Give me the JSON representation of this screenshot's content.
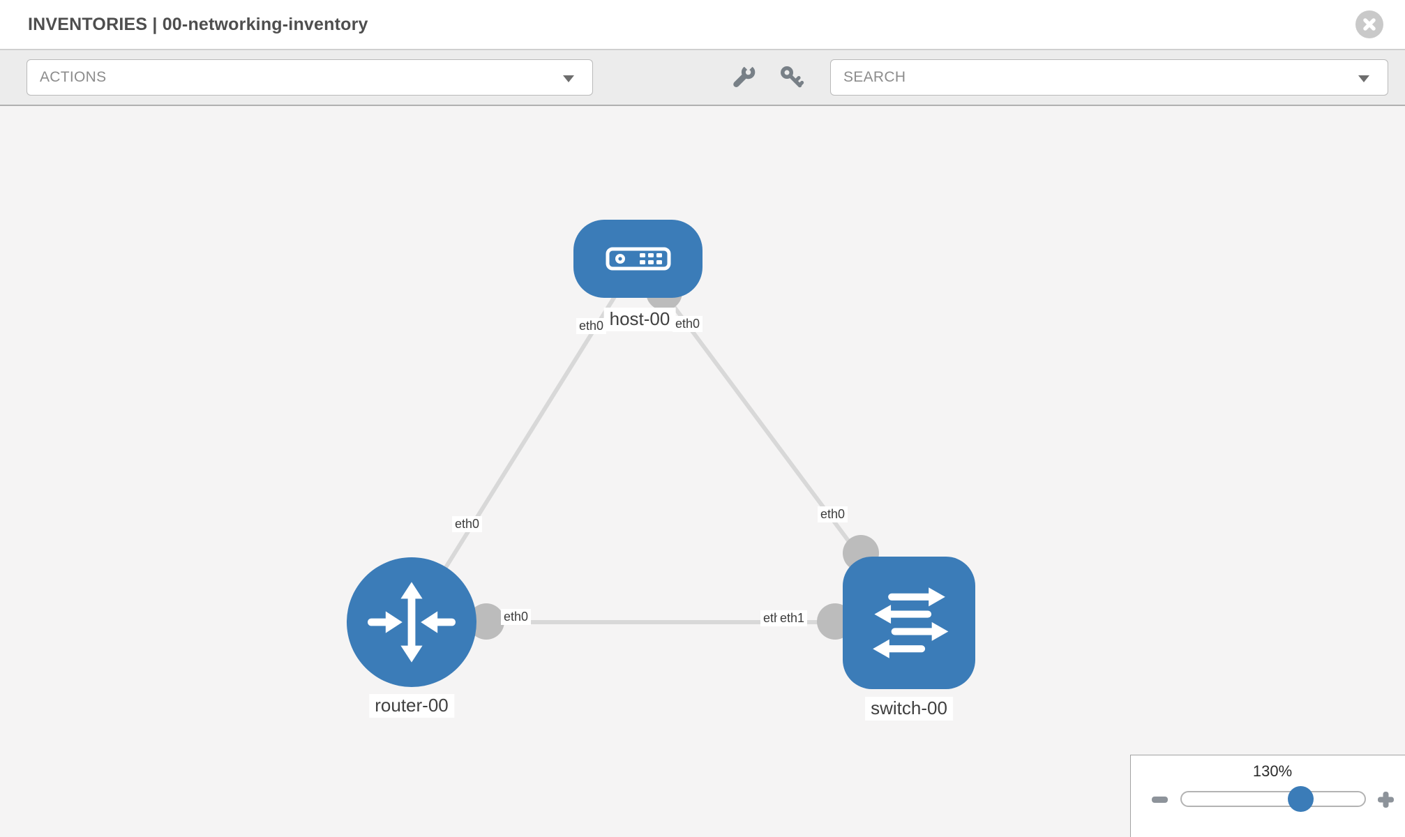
{
  "header": {
    "title": "INVENTORIES | 00-networking-inventory"
  },
  "toolbar": {
    "actions_label": "ACTIONS",
    "search_label": "SEARCH",
    "icons": [
      "wrench-icon",
      "key-icon"
    ]
  },
  "topology": {
    "nodes": [
      {
        "label": "host-00",
        "type": "host"
      },
      {
        "label": "router-00",
        "type": "router"
      },
      {
        "label": "switch-00",
        "type": "switch"
      }
    ],
    "links": [
      {
        "from": "host-00",
        "to": "router-00"
      },
      {
        "from": "host-00",
        "to": "switch-00"
      },
      {
        "from": "router-00",
        "to": "switch-00"
      }
    ],
    "ports": [
      "eth0",
      "eth0",
      "eth0",
      "eth0",
      "eth0",
      "eth0",
      "eth1"
    ]
  },
  "zoom_control": {
    "level": "130%"
  },
  "colors": {
    "node_blue": "#3b7cb8",
    "link_gray": "#d8d8d8",
    "connector_gray": "#bcbcbc"
  }
}
